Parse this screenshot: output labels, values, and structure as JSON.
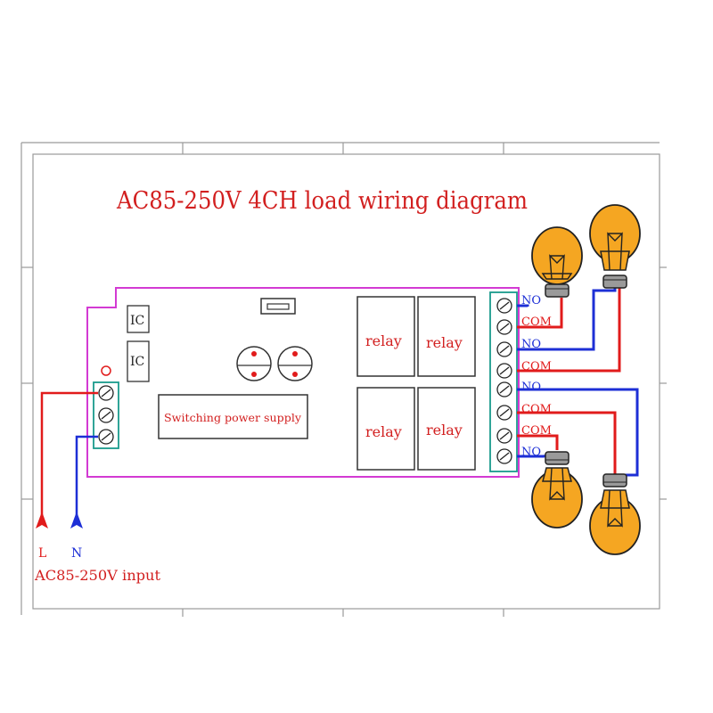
{
  "title": "AC85-250V 4CH load wiring diagram",
  "input_label": "AC85-250V input",
  "input_terminals": {
    "live": "L",
    "neutral": "N"
  },
  "ic_chips": [
    "IC",
    "IC"
  ],
  "power_supply_label": "Switching power supply",
  "relays": [
    "relay",
    "relay",
    "relay",
    "relay"
  ],
  "output_terminals": [
    "NO",
    "COM",
    "NO",
    "COM",
    "NO",
    "COM",
    "COM",
    "NO"
  ],
  "colors": {
    "title": "#d21f1f",
    "live_wire": "#e11b1b",
    "neutral_wire": "#1d2fd6",
    "board_outline": "#d33ad3",
    "terminal_block": "#1a9b8c",
    "bulb_glass": "#f5a622",
    "frame": "#9a9a9a"
  }
}
